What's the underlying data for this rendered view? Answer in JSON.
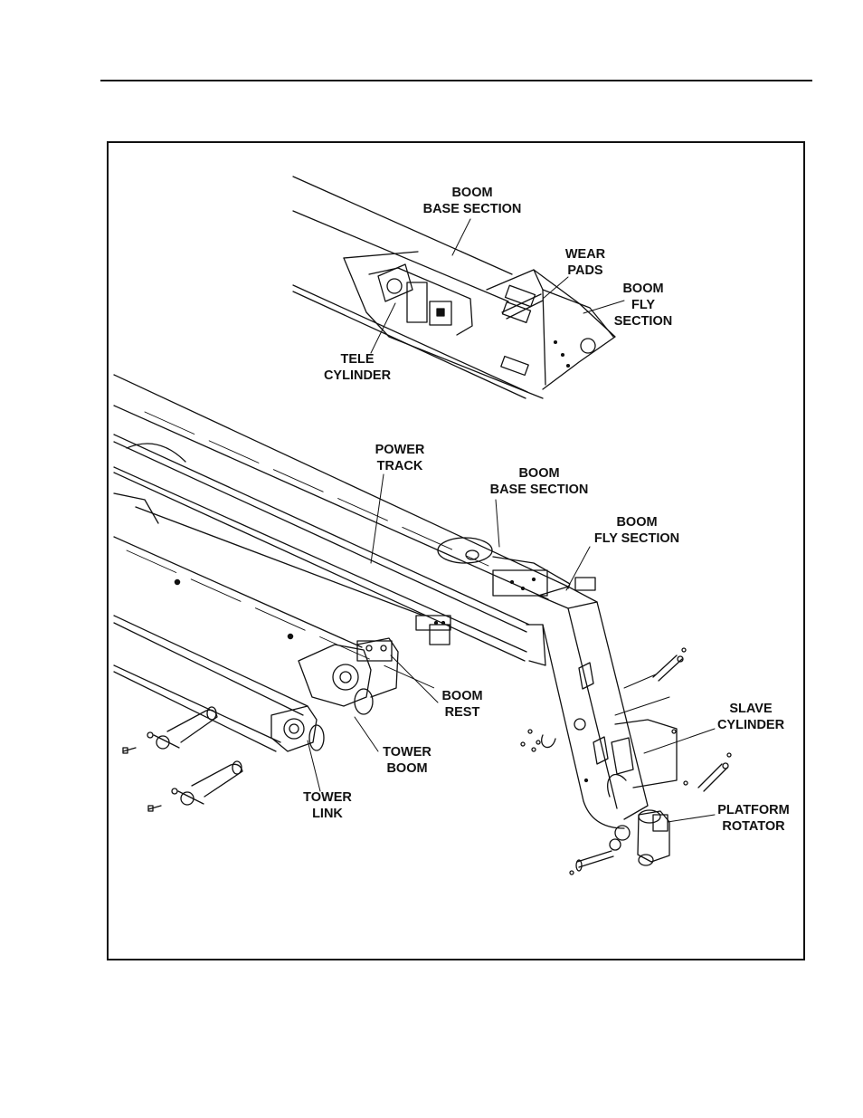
{
  "labels": {
    "boom_base_top": [
      "BOOM",
      "BASE SECTION"
    ],
    "wear_pads": [
      "WEAR",
      "PADS"
    ],
    "boom_fly_top": [
      "BOOM",
      "FLY",
      "SECTION"
    ],
    "tele_cylinder": [
      "TELE",
      "CYLINDER"
    ],
    "power_track": [
      "POWER",
      "TRACK"
    ],
    "boom_base_main": [
      "BOOM",
      "BASE SECTION"
    ],
    "boom_fly_main": [
      "BOOM",
      "FLY SECTION"
    ],
    "slave_cylinder": [
      "SLAVE",
      "CYLINDER"
    ],
    "boom_rest": [
      "BOOM",
      "REST"
    ],
    "tower_boom": [
      "TOWER",
      "BOOM"
    ],
    "tower_link": [
      "TOWER",
      "LINK"
    ],
    "platform_rotator": [
      "PLATFORM",
      "ROTATOR"
    ]
  }
}
